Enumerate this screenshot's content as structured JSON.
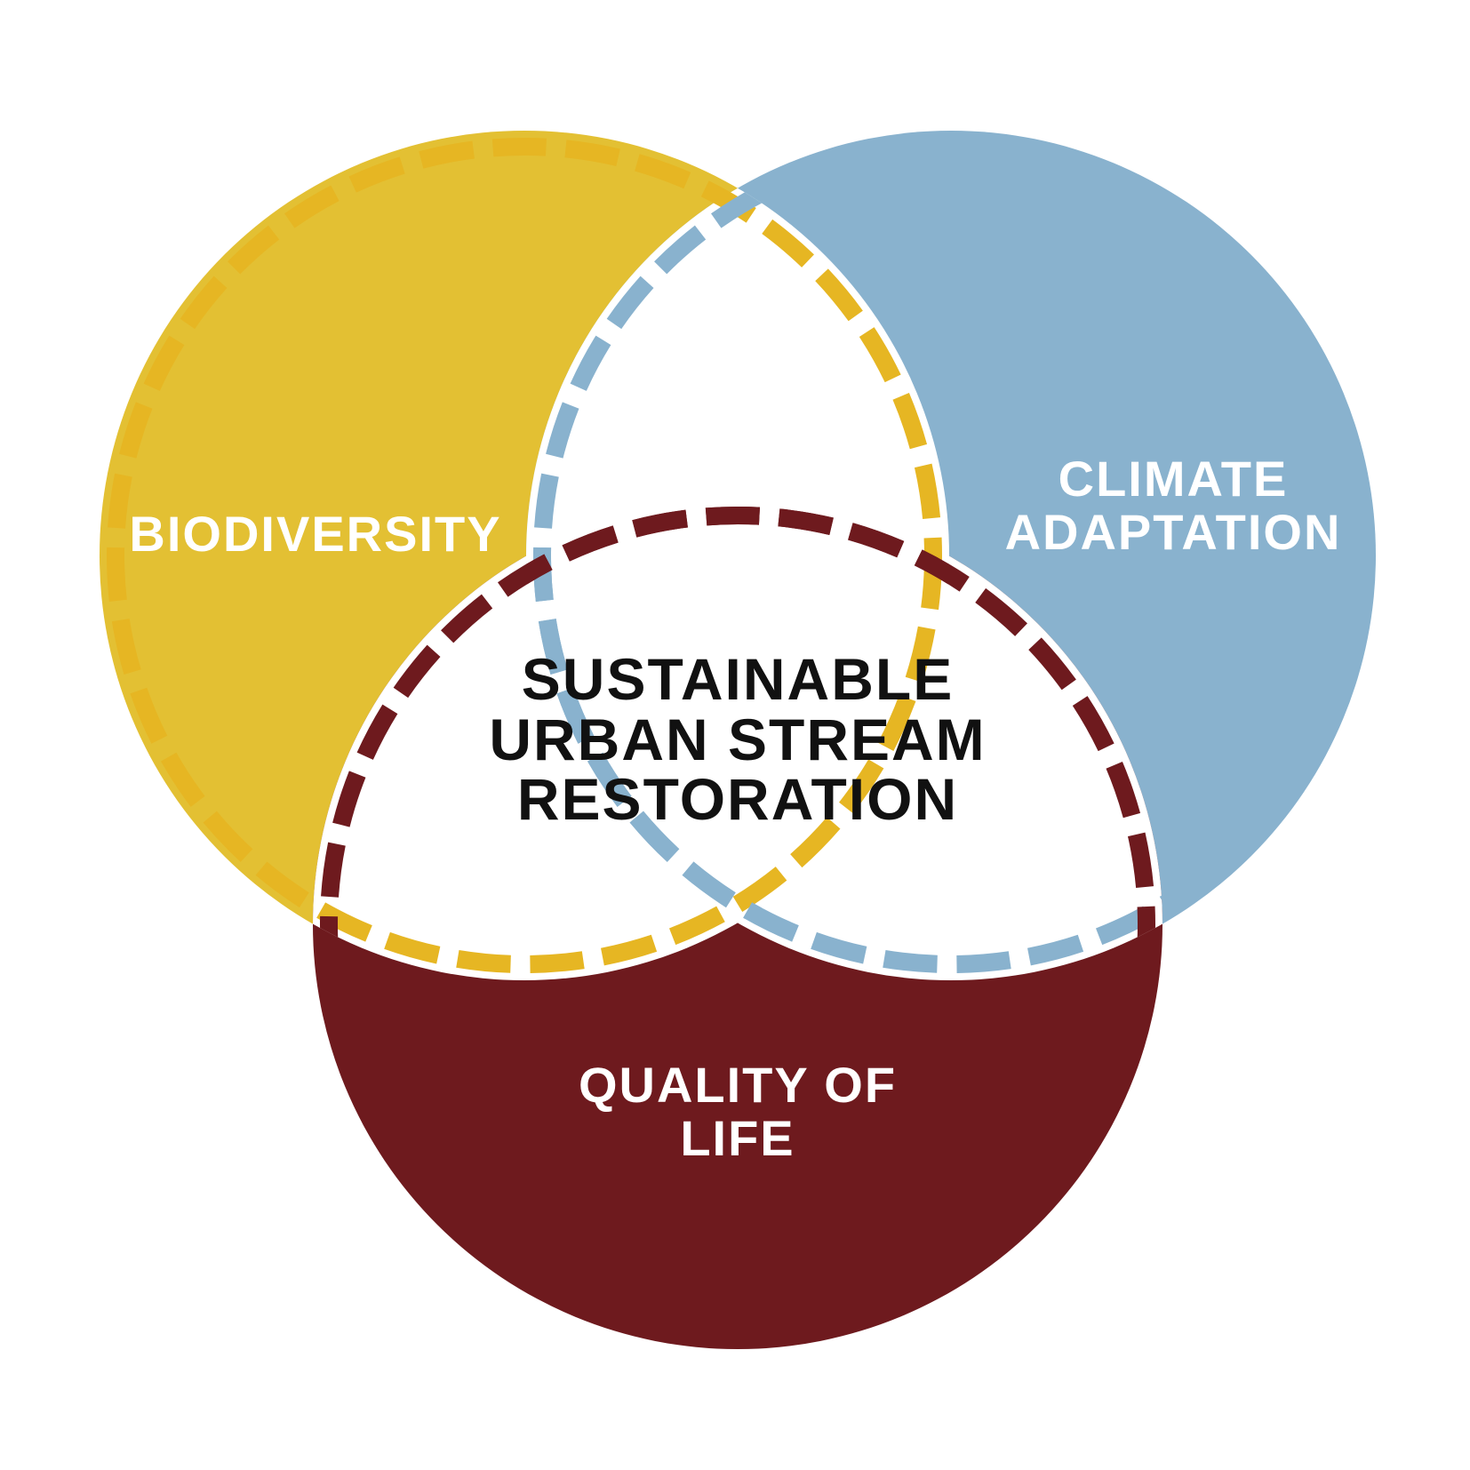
{
  "diagram": {
    "type": "venn",
    "sets": [
      {
        "id": "biodiversity",
        "label_lines": [
          "BIODIVERSITY"
        ],
        "color": "#E3C033",
        "dash_color": "#E6B623"
      },
      {
        "id": "climate",
        "label_lines": [
          "CLIMATE",
          "ADAPTATION"
        ],
        "color": "#89B2CE",
        "dash_color": "#89B2CE"
      },
      {
        "id": "quality",
        "label_lines": [
          "QUALITY OF",
          "LIFE"
        ],
        "color": "#6E1A1E",
        "dash_color": "#6E1A1E"
      }
    ],
    "center_label_lines": [
      "SUSTAINABLE",
      "URBAN STREAM",
      "RESTORATION"
    ],
    "center_fill": "#ffffff"
  }
}
